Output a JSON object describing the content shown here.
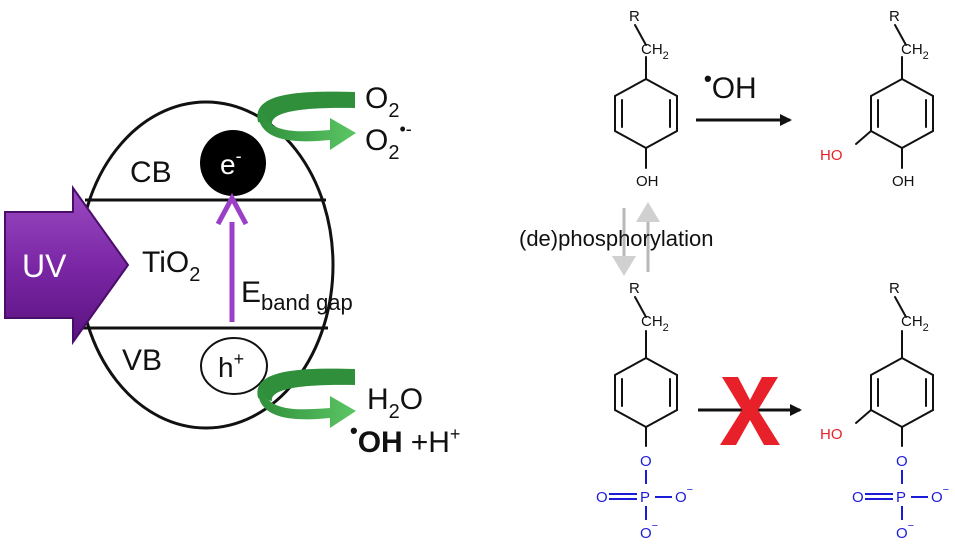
{
  "photocatalysis": {
    "cb_label": "CB",
    "vb_label": "VB",
    "electron": "e",
    "electron_charge": "-",
    "hole": "h",
    "hole_charge": "+",
    "catalyst_main": "TiO",
    "catalyst_sub": "2",
    "uv_label": "UV",
    "gap_main": "E",
    "gap_sub": "band gap",
    "o2_main": "O",
    "o2_sub": "2",
    "superoxide_main": "O",
    "superoxide_sub": "2",
    "superoxide_sup": "•-",
    "water_h": "H",
    "water_sub": "2",
    "water_o": "O",
    "hydroxyl_dot": "•",
    "hydroxyl": "OH",
    "proton_plus": "+H",
    "proton_sup": "+"
  },
  "reaction": {
    "oxidant_dot": "•",
    "oxidant": "OH",
    "equilibrium_label": "(de)phosphorylation",
    "R": "R",
    "CH": "CH",
    "CH_sub": "2",
    "OH": "OH",
    "HO": "HO",
    "O": "O",
    "P": "P",
    "O_minus": "O",
    "minus": "−"
  },
  "colors": {
    "uv_purple": "#7b27a6",
    "gap_arrow": "#9b3fc6",
    "green_arrow": "#3fae49",
    "red_hydroxyl": "#e8202a",
    "phosphate_blue": "#1c1cd8",
    "block_x": "#e8202a",
    "gray_arrow": "#b8b8b8"
  }
}
